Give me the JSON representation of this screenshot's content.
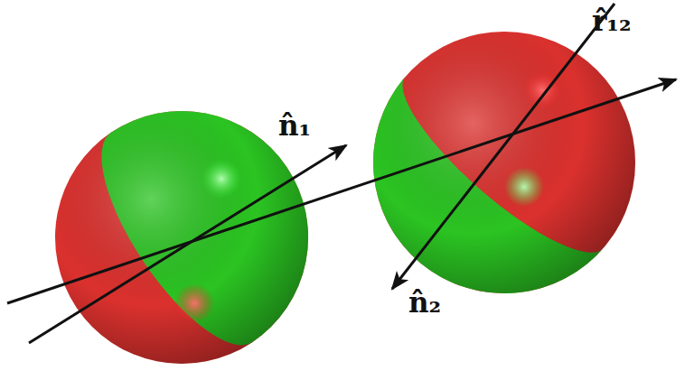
{
  "diagram": {
    "labels": [
      "n̂₁",
      "n̂₂",
      "r̂₁₂"
    ]
  }
}
